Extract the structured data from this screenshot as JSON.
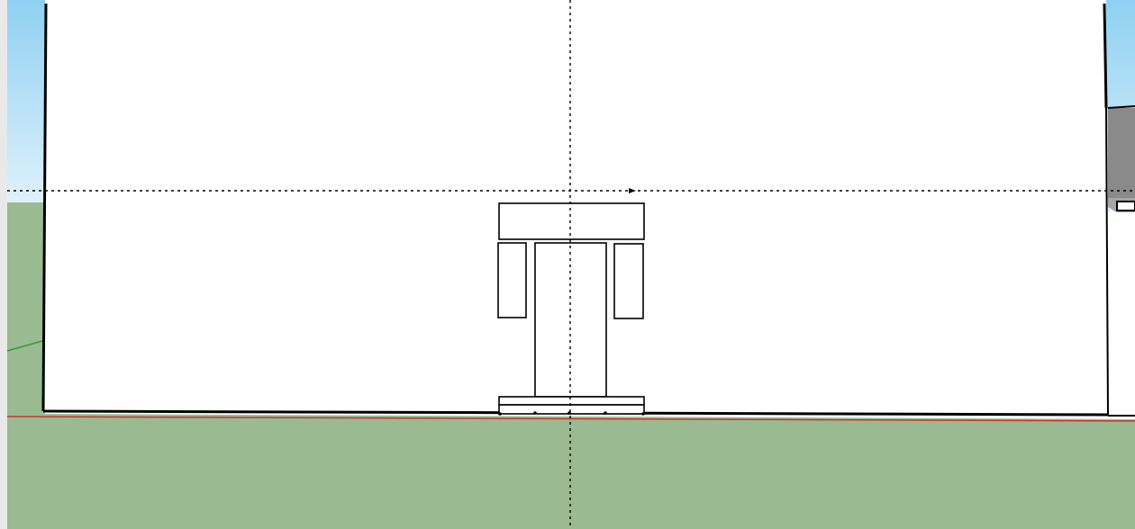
{
  "app": {
    "view": "3d-modeling-viewport"
  },
  "colors": {
    "sky_top": "#8fd0f2",
    "sky_bottom": "#dff1fb",
    "ground": "#9aba92",
    "edge": "#000000",
    "guide": "#000000",
    "red_axis": "#c0392b",
    "green_axis": "#2ea02e",
    "wall_face": "#ffffff",
    "side_shade": "#8a8a8a",
    "left_strip": "#e9e9e9"
  },
  "scene": {
    "objects": [
      "wall",
      "door-frame",
      "inference-guides",
      "ground-plane",
      "sky"
    ]
  }
}
